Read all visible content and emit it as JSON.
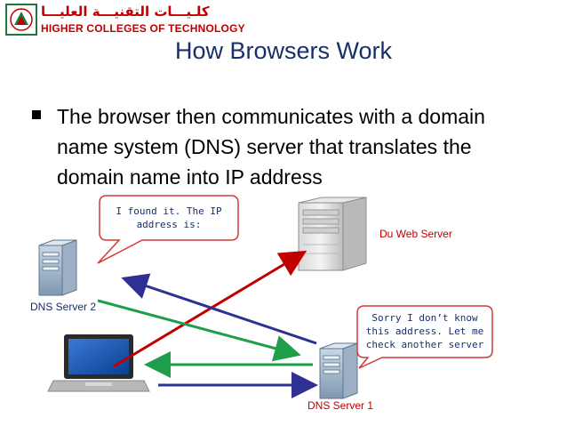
{
  "header": {
    "logo_arabic": "كلـيـــات التقنيـــة العليـــا",
    "logo_english": "HIGHER COLLEGES OF TECHNOLOGY"
  },
  "slide": {
    "title": "How Browsers Work",
    "bullet": "The browser then communicates with a domain name system (DNS) server that translates the domain name into IP address"
  },
  "diagram": {
    "callout_dns2": "I found it. The IP address is:",
    "callout_dns1": "Sorry I don’t know this address. Let me check another server",
    "label_web_server": "Du Web Server",
    "label_dns2": "DNS Server 2",
    "label_dns1": "DNS Server 1",
    "colors": {
      "red_arrow": "#c00000",
      "green_arrow": "#1e9e4a",
      "navy_arrow": "#2e3192",
      "callout_border": "#d23a3a"
    },
    "icons": [
      "emblem-icon",
      "web-server-icon",
      "dns-server-2-icon",
      "laptop-icon",
      "dns-server-1-icon"
    ]
  }
}
